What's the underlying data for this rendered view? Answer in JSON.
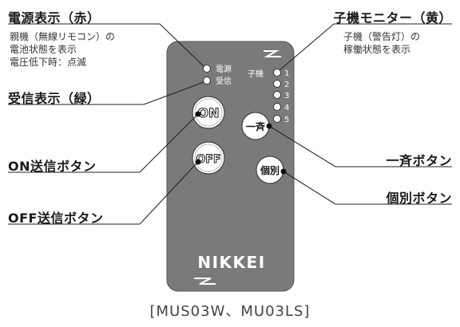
{
  "labels": {
    "power_indicator": {
      "title": "電源表示（赤）",
      "desc_lines": [
        "親機（無線リモコン）の",
        "電池状態を表示",
        "電圧低下時：点滅"
      ]
    },
    "child_monitor": {
      "title": "子機モニター（黄）",
      "desc_lines": [
        "子機（警告灯）の",
        "稼働状態を表示"
      ]
    },
    "receive_indicator": {
      "title": "受信表示（緑）"
    },
    "on_send_button": {
      "title": "ON送信ボタン"
    },
    "off_send_button": {
      "title": "OFF送信ボタン"
    },
    "all_button": {
      "title": "一斉ボタン"
    },
    "individual_button": {
      "title": "個別ボタン"
    }
  },
  "remote": {
    "power_led_label": "電源",
    "receive_led_label": "受信",
    "child_label": "子機",
    "child_numbers": [
      "1",
      "2",
      "3",
      "4",
      "5"
    ],
    "on_label": "ON",
    "off_label": "OFF",
    "all_label": "一斉",
    "individual_label": "個別",
    "brand": "NIKKEI",
    "body_color": "#7a7a7a"
  },
  "caption": "[MUS03W、MU03LS]"
}
